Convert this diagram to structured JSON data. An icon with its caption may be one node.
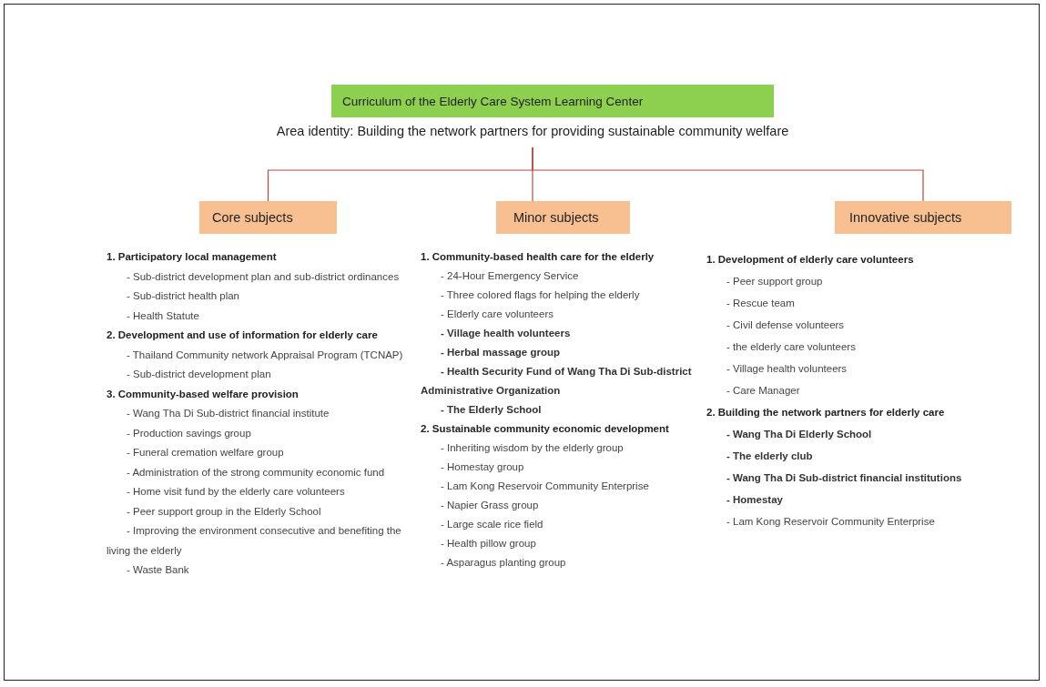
{
  "diagram": {
    "nodes": [
      {
        "text": [
          "Curriculum of the Elderly Care System Learning Center"
        ]
      },
      {
        "text": [
          "Area identity: Building the network partners for providing sustainable community welfare"
        ]
      },
      {
        "text": [
          "Core subjects"
        ],
        "beside": [
          "1. Participatory local management",
          "- Sub-district development plan and sub-district ordinances",
          "- Sub-district health plan",
          "- Health Statute",
          "2. Development and use of information for elderly care",
          "- Thailand Community network Appraisal Program (TCNAP)",
          "- Sub-district development plan",
          "3. Community-based welfare provision",
          "- Wang Tha Di Sub-district financial institute",
          "- Production savings group",
          "- Funeral cremation welfare group",
          "- Administration of the strong community economic fund",
          "- Home visit fund by the elderly care volunteers",
          "- Peer support group in the Elderly School",
          "- Improving the environment consecutive and benefiting the living the elderly",
          "- Waste Bank"
        ]
      },
      {
        "text": [
          "Minor subjects"
        ],
        "beside": [
          "1. Community-based health care for the elderly",
          "- 24-Hour Emergency Service",
          "- Three colored flags for helping the elderly",
          "- Elderly care volunteers",
          "- Village health volunteers",
          "- Herbal massage group",
          "- Health Security Fund of Wang Tha Di Sub-district Administrative Organization",
          "- The Elderly School",
          "2. Sustainable community economic development",
          "- Inheriting wisdom by the elderly group",
          "- Homestay group",
          "- Lam Kong Reservoir Community Enterprise",
          "- Napier Grass group",
          "- Large scale rice field",
          "- Health pillow group",
          "- Asparagus planting group"
        ]
      },
      {
        "text": [
          "Innovative subjects"
        ],
        "beside": [
          "1. Development of elderly care volunteers",
          "- Peer support group",
          "- Rescue team",
          "- Civil defense volunteers",
          "- the elderly care volunteers",
          "- Village health volunteers",
          "- Care Manager",
          "2. Building the network partners for elderly care",
          "- Wang Tha Di Elderly School",
          "- The elderly club",
          "- Wang Tha Di Sub-district financial institutions",
          "- Homestay",
          "- Lam Kong Reservoir Community Enterprise"
        ]
      }
    ],
    "edges": [
      {
        "from": 1,
        "to": 2,
        "arrow": "none"
      },
      {
        "from": 1,
        "to": 3,
        "arrow": "none"
      },
      {
        "from": 1,
        "to": 4,
        "arrow": "none"
      }
    ]
  }
}
